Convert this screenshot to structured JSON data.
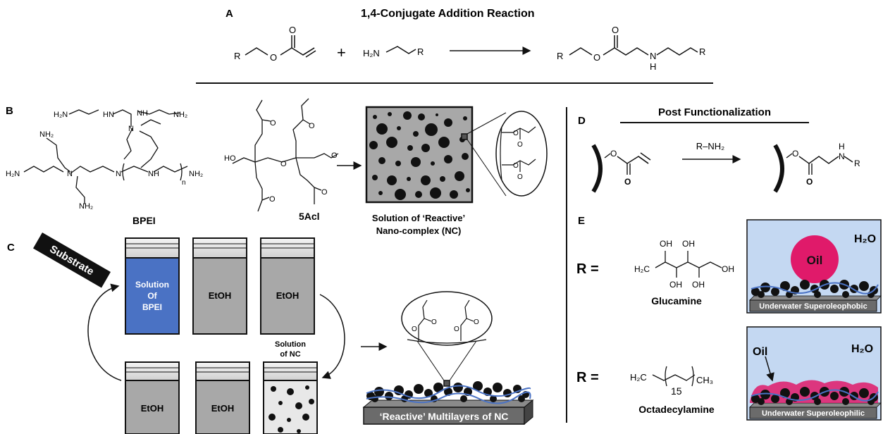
{
  "panel_labels": {
    "a": "A",
    "b": "B",
    "c": "C",
    "d": "D",
    "e": "E"
  },
  "titles": {
    "a": "1,4-Conjugate Addition Reaction",
    "d": "Post Functionalization"
  },
  "reaction_a": {
    "plus": "+",
    "r": "R",
    "o": "O",
    "h2n": "H₂N",
    "n": "N",
    "h": "H"
  },
  "panel_b": {
    "bpei_label": "BPEI",
    "acl_label": "5Acl",
    "nc_label_line1": "Solution of  ‘Reactive’",
    "nc_label_line2": "Nano-complex (NC)",
    "nh2": "NH₂",
    "h2n": "H₂N",
    "hn": "HN",
    "nh": "NH",
    "n": "N",
    "ho": "HO",
    "sub_n": "n",
    "o": "O"
  },
  "panel_c": {
    "substrate": "Substrate",
    "beaker_bpei": [
      "Solution",
      "Of",
      "BPEI"
    ],
    "etoh": "EtOH",
    "solution_nc": [
      "Solution",
      "of NC"
    ],
    "multilayer_label": "‘Reactive’ Multilayers of NC",
    "accent": "#4a72c4"
  },
  "panel_d": {
    "reagent": "R–NH₂",
    "o": "O",
    "h": "H",
    "n": "N",
    "r": "R"
  },
  "panel_e": {
    "r_eq": "R =",
    "glucamine": "Glucamine",
    "octadecylamine": "Octadecylamine",
    "oh": "OH",
    "h2c": "H₂C",
    "ch3": "CH₃",
    "sub15": "15",
    "oil": "Oil",
    "h2o": "H₂O",
    "superoleophobic": "Underwater Superoleophobic",
    "superoleophilic": "Underwater Superoleophilic",
    "water_color": "#c4d8f2",
    "oil_color": "#e01a6a"
  }
}
